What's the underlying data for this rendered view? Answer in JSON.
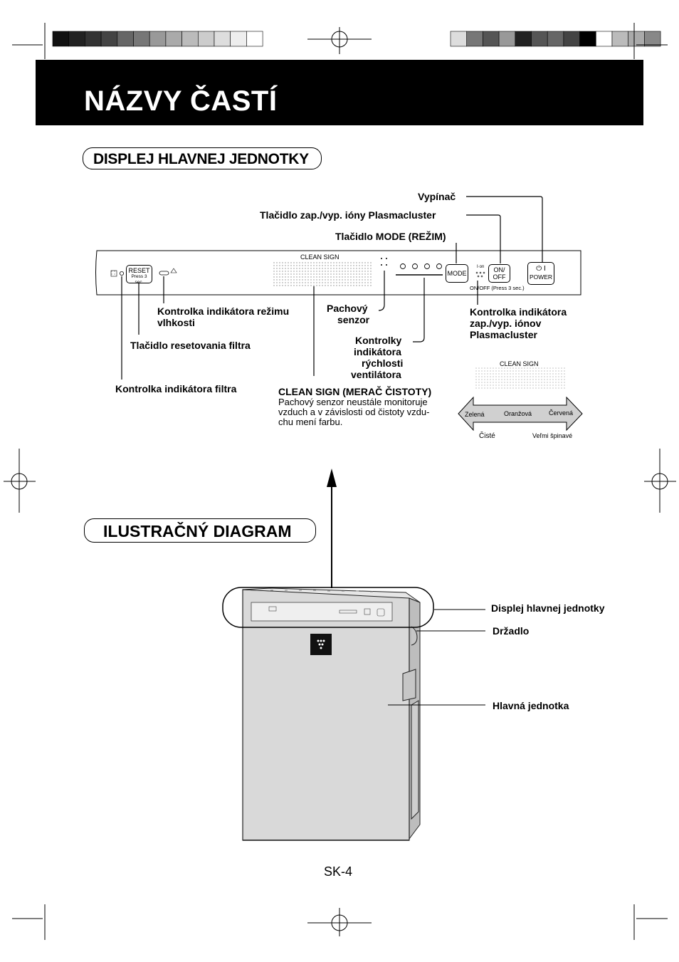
{
  "header": {
    "title": "NÁZVY ČASTÍ"
  },
  "sections": {
    "display": "DISPLEJ HLAVNEJ JEDNOTKY",
    "diagram": "ILUSTRAČNÝ DIAGRAM"
  },
  "panel": {
    "reset_line1": "RESET",
    "reset_line2": "Press 3 sec.",
    "clean_sign": "CLEAN SIGN",
    "mode": "MODE",
    "onoff_line1": "ON/",
    "onoff_line2": "OFF",
    "ion_small": "I·on",
    "onoff_caption": "ON/OFF (Press 3 sec.)",
    "power_symbol": "⏻ I",
    "power": "POWER"
  },
  "labels": {
    "vypinac": "Vypínač",
    "plasmacluster_btn": "Tlačidlo zap./vyp. ióny Plasmacluster",
    "mode_btn": "Tlačidlo MODE (REŽIM)",
    "humidity_l1": "Kontrolka indikátora režimu",
    "humidity_l2": "vlhkosti",
    "reset_btn": "Tlačidlo resetovania filtra",
    "filter_ind": "Kontrolka indikátora filtra",
    "odor_l1": "Pachový",
    "odor_l2": "senzor",
    "fan_l1": "Kontrolky",
    "fan_l2": "indikátora",
    "fan_l3": "rýchlosti",
    "fan_l4": "ventilátora",
    "ion_l1": "Kontrolka indikátora",
    "ion_l2": "zap./vyp. iónov",
    "ion_l3": "Plasmacluster",
    "cleansign_title": "CLEAN SIGN (MERAČ ČISTOTY)",
    "cleansign_d1": "Pachový senzor neustále monitoruje",
    "cleansign_d2": "vzduch a v závislosti od čistoty vzdu-",
    "cleansign_d3": "chu mení farbu."
  },
  "scale": {
    "title": "CLEAN SIGN",
    "green": "Zelená",
    "orange": "Oranžová",
    "red": "Červená",
    "clean": "Čisté",
    "dirty": "Veľmi špinavé"
  },
  "diagram": {
    "display": "Displej hlavnej jednotky",
    "handle": "Držadlo",
    "main_unit": "Hlavná jednotka"
  },
  "footer": {
    "page": "SK-4"
  },
  "colors": {
    "strip_left": [
      "#111111",
      "#222222",
      "#333333",
      "#444444",
      "#666666",
      "#777777",
      "#999999",
      "#aaaaaa",
      "#bbbbbb",
      "#cccccc",
      "#dddddd",
      "#eeeeee",
      "#ffffff"
    ],
    "strip_right": [
      "#dddddd",
      "#777777",
      "#555555",
      "#999999",
      "#222222",
      "#555555",
      "#666666",
      "#444444",
      "#000000",
      "#ffffff",
      "#bbbbbb",
      "#aaaaaa",
      "#888888"
    ],
    "unit_body": "#d8d8d8"
  }
}
